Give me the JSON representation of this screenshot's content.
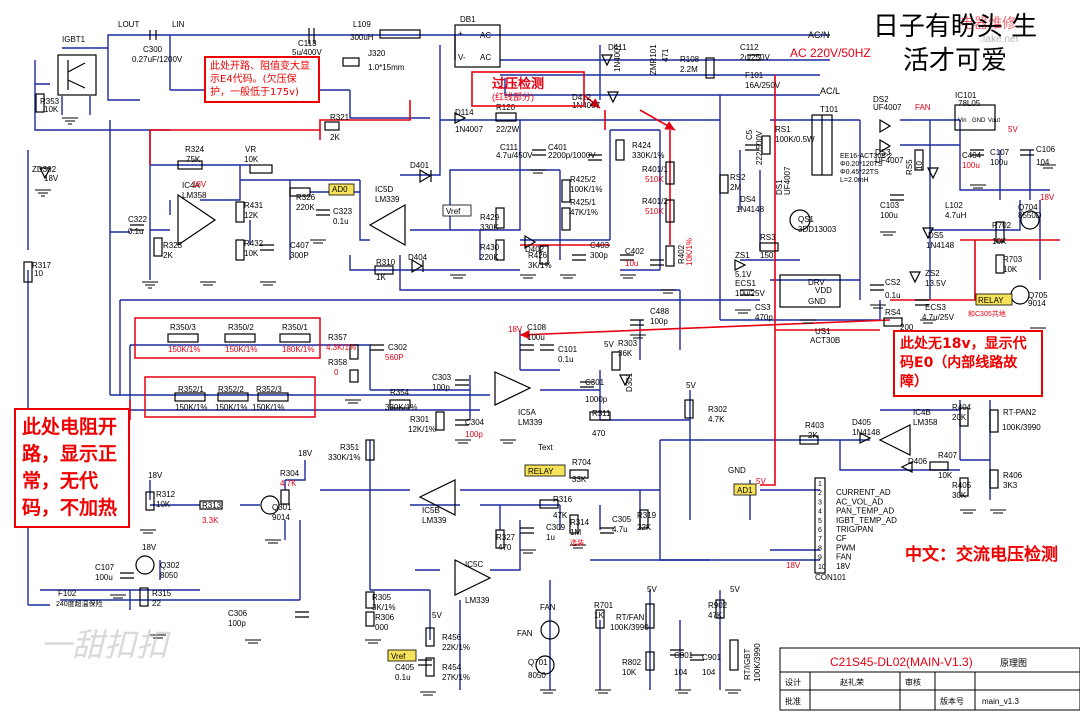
{
  "headline": {
    "line1": "日子有盼头 生",
    "line2": "活才可爱"
  },
  "notes": {
    "left": "此处电阻开路，显示正常，无代码，不加热",
    "right": "此处无18v，显示代码E0（内部线路故障）",
    "fuse": "此处开路、阻值变大显示E4代码。(欠压保护，一般低于175v)",
    "overvoltage_title": "过压检测",
    "overvoltage_sub": "(红线部分)",
    "chinese_label": "中文：交流电压检测"
  },
  "power": {
    "ac_n": "AC/N",
    "ac_l": "AC/L",
    "ac_rating": "AC 220V/50HZ",
    "v18": "18V",
    "v5": "5V"
  },
  "components": {
    "igbt": "IGBT1",
    "lout": "LOUT",
    "lin": "LIN",
    "c300": "C300",
    "c300_v": "0.27uF/1200V",
    "c113": "C113",
    "c113_v": "5u/400V",
    "l109": "L109",
    "l109_v": "300uH",
    "j320": "J320",
    "j320_v": "1.0*15mm",
    "db1": "DB1",
    "d411": "D411",
    "d411_v": "1N4007",
    "zmr101": "ZMR101",
    "zmr101_v": "471",
    "r108": "R108",
    "r108_v": "2.2M",
    "c112": "C112",
    "c112_v": "2u/250V",
    "f101": "F101",
    "f101_v": "16A/250V",
    "r353": "R353",
    "r353_v": "10K",
    "r321": "R321",
    "r321_v": "2K",
    "d114": "D114",
    "d114_v": "1N4007",
    "r120": "R120",
    "r120_v": "22/2W",
    "c111": "C111",
    "c111_v": "4.7u/450V",
    "c401": "C401",
    "c401_v": "2200p/1000V",
    "r424": "R424",
    "r424_v": "330K/1%",
    "d412": "D412",
    "d412_v": "1N4007",
    "r401_1": "R401/1",
    "r401_1_v": "510K",
    "r401_2": "R401/2",
    "r401_2_v": "510K",
    "r425_2": "R425/2",
    "r425_2_v": "100K/1%",
    "r425_1": "R425/1",
    "r425_1_v": "47K/1%",
    "r324": "R324",
    "r324_v": "75K",
    "vr": "VR",
    "vr_v": "10K",
    "ic4a": "IC4A",
    "ic4a_v": "LM358",
    "r431": "R431",
    "r431_v": "12K",
    "r432": "R432",
    "r432_v": "10K",
    "c322": "C322",
    "c322_v": "0.1u",
    "r323": "R323",
    "r323_v": "2K",
    "r326": "R326",
    "r326_v": "220K",
    "c407": "C407",
    "c407_v": "300P",
    "c323": "C323",
    "c323_v": "0.1u",
    "ic5d": "IC5D",
    "ic5d_v": "LM339",
    "d401": "D401",
    "d402": "D402",
    "d404": "D404",
    "r429": "R429",
    "r429_v": "330K",
    "r430": "R430",
    "r430_v": "220K",
    "r426": "R426",
    "r426_v": "3K/1%",
    "c403": "C403",
    "c403_v": "300p",
    "c402": "C402",
    "c402_v": "10u",
    "r402": "R402",
    "r402_v": "10K/1%",
    "r310": "R310",
    "r310_v": "1K",
    "zd302": "ZD302",
    "zd302_v": "18V",
    "r317": "R317",
    "r317_v": "10",
    "t101": "T101",
    "t101_spec1": "EE16-ACT30B-2",
    "t101_spec2": "Φ0.20*120TS",
    "t101_spec3": "Φ0.45*22TS",
    "t101_spec4": "L=2.0mH",
    "rs1": "RS1",
    "rs1_v": "100K/0.5W",
    "c5": "C5",
    "c5_v": "222/500V",
    "ds1": "DS1",
    "ds1_v": "UF4007",
    "rs2": "RS2",
    "rs2_v": "2M",
    "ds4": "DS4",
    "ds4_v": "1N4148",
    "qs1": "QS1",
    "qs1_v": "3DD13003",
    "rs3": "RS3",
    "rs3_v": "150",
    "zs1": "ZS1",
    "zs1_v": "5.1V",
    "ecs1": "ECS1",
    "ecs1_v": "10u/25V",
    "cs3": "CS3",
    "cs3_v": "470p",
    "us1": "US1",
    "us1_v": "ACT30B",
    "drv": "DRV",
    "vdd": "VDD",
    "gnd": "GND",
    "cs2": "CS2",
    "cs2_v": "0.1u",
    "rs4": "RS4",
    "rs4_v": "200",
    "ecs3": "ECS3",
    "ecs3_v": "4.7u/25V",
    "zs2": "ZS2",
    "zs2_v": "13.5V",
    "ds2": "DS2",
    "ds2_v": "UF4007",
    "ds3": "DS3",
    "ds3_v": "UF4007",
    "ds5": "DS5",
    "ds5_v": "1N4148",
    "rs5": "RS5",
    "rs5_v": "10",
    "ic101": "IC101",
    "ic101_v": "78L05",
    "c404": "C404",
    "c404_v": "100u",
    "c107_top": "C107",
    "c107_top_v": "100u",
    "c106": "C106",
    "c106_v": "104",
    "c103": "C103",
    "c103_v": "100u",
    "l102": "L102",
    "l102_v": "4.7uH",
    "q704": "Q704",
    "q704_v": "8550D",
    "r702": "R702",
    "r702_v": "10K",
    "r703": "R703",
    "r703_v": "10K",
    "q705": "Q705",
    "q705_v": "9014",
    "relay": "RELAY",
    "c305_note": "和C305共地",
    "fan": "FAN",
    "r350_3": "R350/3",
    "r350_3_v": "150K/1%",
    "r350_2": "R350/2",
    "r350_2_v": "150K/1%",
    "r350_1": "R350/1",
    "r350_1_v": "180K/1%",
    "r357": "R357",
    "r357_v": "4.3K/1%",
    "r358": "R358",
    "r358_v": "0",
    "c302": "C302",
    "c302_v": "560P",
    "c108": "C108",
    "c108_v": "100u",
    "c101": "C101",
    "c101_v": "0.1u",
    "c488": "C488",
    "c488_v": "100p",
    "r352_1": "R352/1",
    "r352_1_v": "150K/1%",
    "r352_2": "R352/2",
    "r352_2_v": "150K/1%",
    "r352_3": "R352/3",
    "r352_3_v": "150K/1%",
    "r354": "R354",
    "r354_v": "330K/1%",
    "r301": "R301",
    "r301_v": "12K/1%",
    "c303": "C303",
    "c303_v": "100p",
    "c304": "C304",
    "c304_v": "100p",
    "ic5a": "IC5A",
    "ic5a_v": "LM339",
    "r303": "R303",
    "r303_v": "36K",
    "c301": "C301",
    "c301_v": "1000p",
    "d301": "D301",
    "r311": "R311",
    "r311_v": "470",
    "r302": "R302",
    "r302_v": "4.7K",
    "r351": "R351",
    "r351_v": "330K/1%",
    "text_label": "Text",
    "r403": "R403",
    "r403_v": "2K",
    "d405": "D405",
    "d405_v": "1N4148",
    "ic4b": "IC4B",
    "ic4b_v": "LM358",
    "r404": "R404",
    "r404_v": "20K",
    "rt_pan2": "RT-PAN2",
    "rt_pan2_v": "100K/3990",
    "d406": "D406",
    "r407": "R407",
    "r407_v": "10K",
    "r405": "R405",
    "r405_v": "30K",
    "r406": "R406",
    "r406_v": "3K3",
    "r312": "R312",
    "r312_v": "10K",
    "r313": "R313",
    "r313_v": "3.3K",
    "q301": "Q301",
    "q301_v": "9014",
    "r304": "R304",
    "r304_v": "4.7K",
    "ic5b": "IC5B",
    "ic5b_v": "LM339",
    "r704": "R704",
    "r704_v": "33K",
    "r316": "R316",
    "r316_v": "47K",
    "r314": "R314",
    "r314_v": "1M",
    "r314_note": "选装",
    "c309": "C309",
    "c309_v": "1u",
    "c305": "C305",
    "c305_v": "4.7u",
    "r319": "R319",
    "r319_v": "22K",
    "r327": "R327",
    "r327_v": "470",
    "c107": "C107",
    "c107_v": "100u",
    "q302": "Q302",
    "q302_v": "8050",
    "r315": "R315",
    "r315_v": "22",
    "f102": "F102",
    "f102_v": "240度超温保险",
    "c306": "C306",
    "c306_v": "100p",
    "r305": "R305",
    "r305_v": "3K/1%",
    "r306": "R306",
    "r306_v": "000",
    "ic5c": "IC5C",
    "ic5c_v": "LM339",
    "r456": "R456",
    "r456_v": "22K/1%",
    "r454": "R454",
    "r454_v": "27K/1%",
    "c405": "C405",
    "c405_v": "0.1u",
    "vref": "Vref",
    "ad0": "AD0",
    "ad1": "AD1",
    "q701": "Q701",
    "q701_v": "8050",
    "r701": "R701",
    "r701_v": "1K",
    "rt_fan": "RT/FAN",
    "rt_fan_v": "100K/3990",
    "r802": "R802",
    "r802_v": "10K",
    "c801": "C801",
    "c801_v": "104",
    "r902": "R902",
    "r902_v": "47K",
    "c901": "C901",
    "c901_v": "104",
    "rt_igbt": "RT/IGBT",
    "rt_igbt_v": "100K/3990"
  },
  "connector": {
    "name": "CON101",
    "pins": [
      "CURRENT_AD",
      "AC_VOL_AD",
      "PAN_TEMP_AD",
      "IGBT_TEMP_AD",
      "TRIG/PAN",
      "CF",
      "PWM",
      "FAN",
      "18V"
    ],
    "nums": [
      "1",
      "2",
      "3",
      "4",
      "5",
      "6",
      "7",
      "8",
      "9",
      "10"
    ],
    "gnd": "GND"
  },
  "title_block": {
    "title": "C21S45-DL02(MAIN-V1.3)",
    "title_suffix": "原理图",
    "design_label": "设计",
    "designer": "赵礼荣",
    "check_label": "审核",
    "approve_label": "批准",
    "version_label": "版本号",
    "file": "main_v1.3"
  },
  "watermark": {
    "top": "电器维修",
    "top2": ".fake.net",
    "bottom": "一甜扣扣"
  },
  "colors": {
    "wire": "#1b2aa0",
    "part": "#000000",
    "note": "#e60012",
    "ad": "#f7e35a"
  }
}
